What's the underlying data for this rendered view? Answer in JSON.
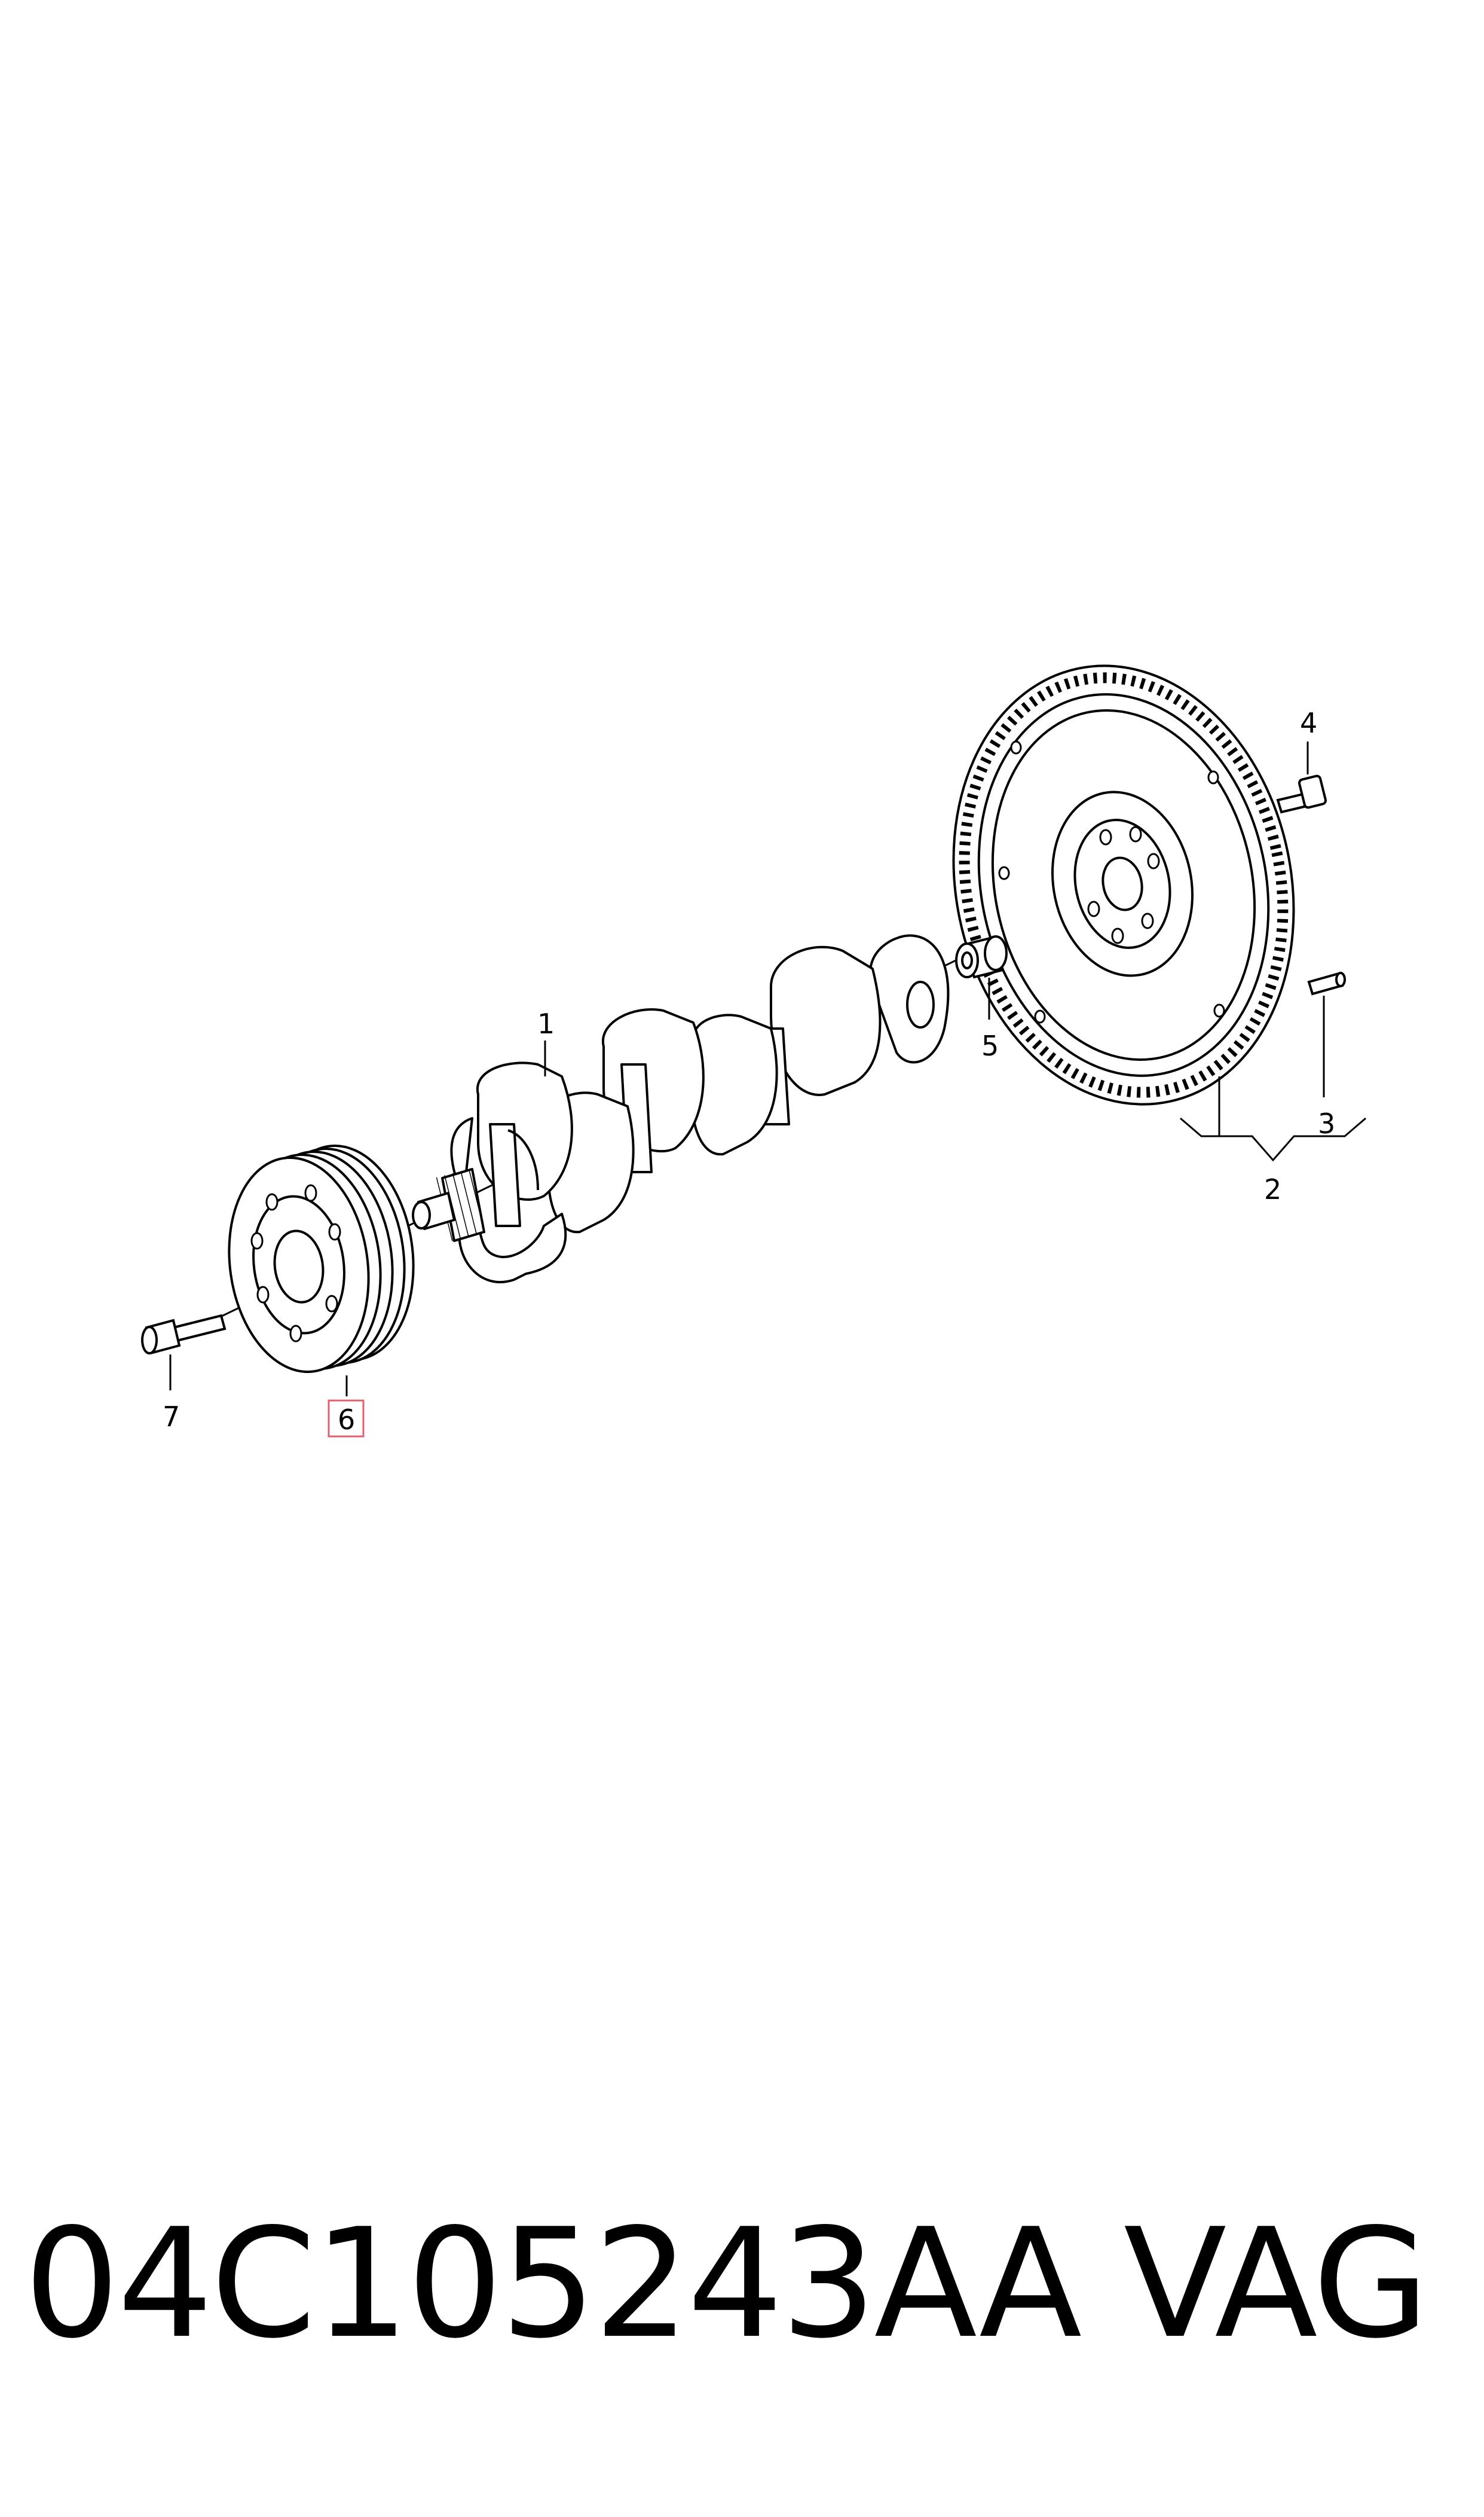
{
  "diagram": {
    "callouts": {
      "crankshaft": "1",
      "flywheel_assembly": "2",
      "dowel_pin": "3",
      "flywheel_bolt": "4",
      "needle_bearing": "5",
      "pulley": "6",
      "pulley_bolt": "7"
    },
    "highlighted_callout": "6",
    "highlight_color": "#e06070",
    "line_color": "#000000"
  },
  "footer": {
    "part_number": "04C105243AA",
    "brand": "VAG"
  }
}
